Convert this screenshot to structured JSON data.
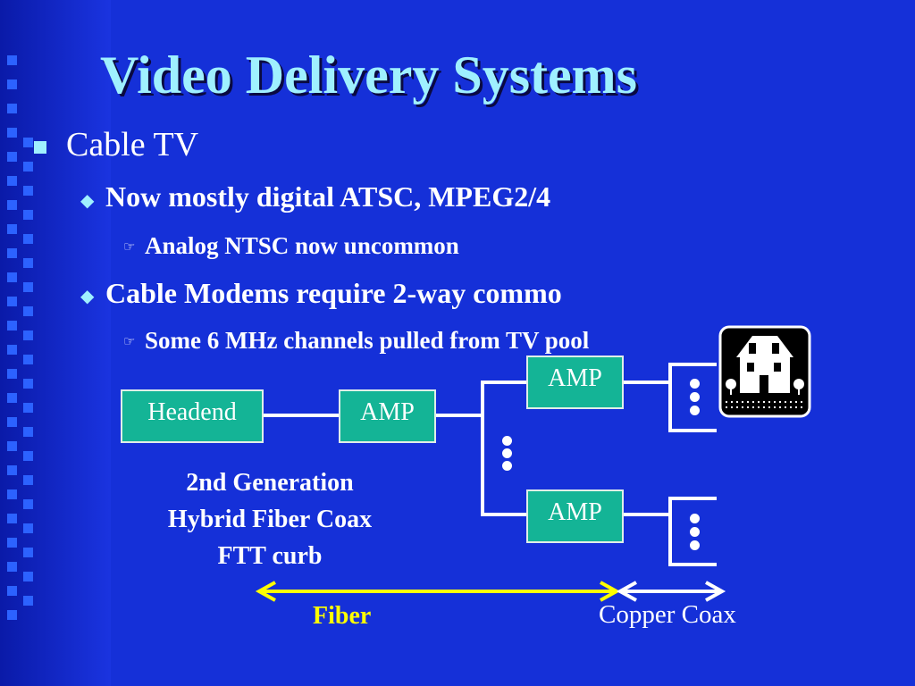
{
  "slide": {
    "title": "Video Delivery Systems",
    "bullets": [
      {
        "level": 1,
        "text": "Cable TV"
      },
      {
        "level": 2,
        "text": "Now mostly digital ATSC, MPEG2/4"
      },
      {
        "level": 3,
        "text": "Analog NTSC now uncommon"
      },
      {
        "level": 2,
        "text": "Cable Modems require 2-way commo"
      },
      {
        "level": 3,
        "text": "Some 6 MHz channels pulled from TV pool"
      }
    ]
  },
  "diagram": {
    "headend_label": "Headend",
    "amp_labels": [
      "AMP",
      "AMP",
      "AMP"
    ],
    "caption_lines": [
      "2nd Generation",
      "Hybrid Fiber Coax",
      "FTT curb"
    ],
    "fiber_label": "Fiber",
    "coax_label": "Copper Coax"
  },
  "colors": {
    "background": "#1530d8",
    "title": "#9ff0ff",
    "box_fill": "#14b496",
    "fiber": "#ffff00",
    "coax": "#ffffff"
  },
  "icons": {
    "level1_marker": "square-bullet",
    "level2_marker": "diamond-bullet",
    "level3_marker": "pointing-hand-bullet",
    "house": "house-icon"
  }
}
